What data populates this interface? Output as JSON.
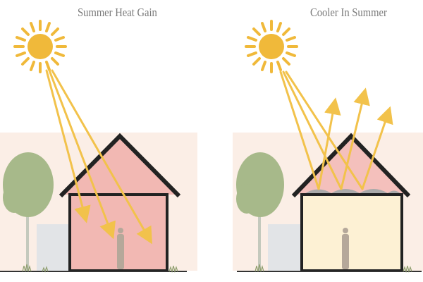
{
  "panels": [
    {
      "title": "Summer Heat Gain",
      "label": "left"
    },
    {
      "title": "Cooler In Summer",
      "label": "right"
    }
  ],
  "colors": {
    "sun": "#f0b93a",
    "sun_ray": "#f2c24b",
    "sky_band": "#fbeee6",
    "roof_hot": "#f2b8b3",
    "house_hot": "#f2b8b3",
    "house_cool": "#fdf1d4",
    "roof_cool": "#f4c0bc",
    "insulation": "#a9a9a9",
    "outline": "#222222",
    "tree": "#a7b98a",
    "fence": "#dadcdf",
    "ground": "#333333",
    "grass": "#8f9e6e",
    "person": "#b5a89a"
  },
  "icons": [
    "sun-icon",
    "tree-icon",
    "person-icon",
    "fence-icon"
  ]
}
